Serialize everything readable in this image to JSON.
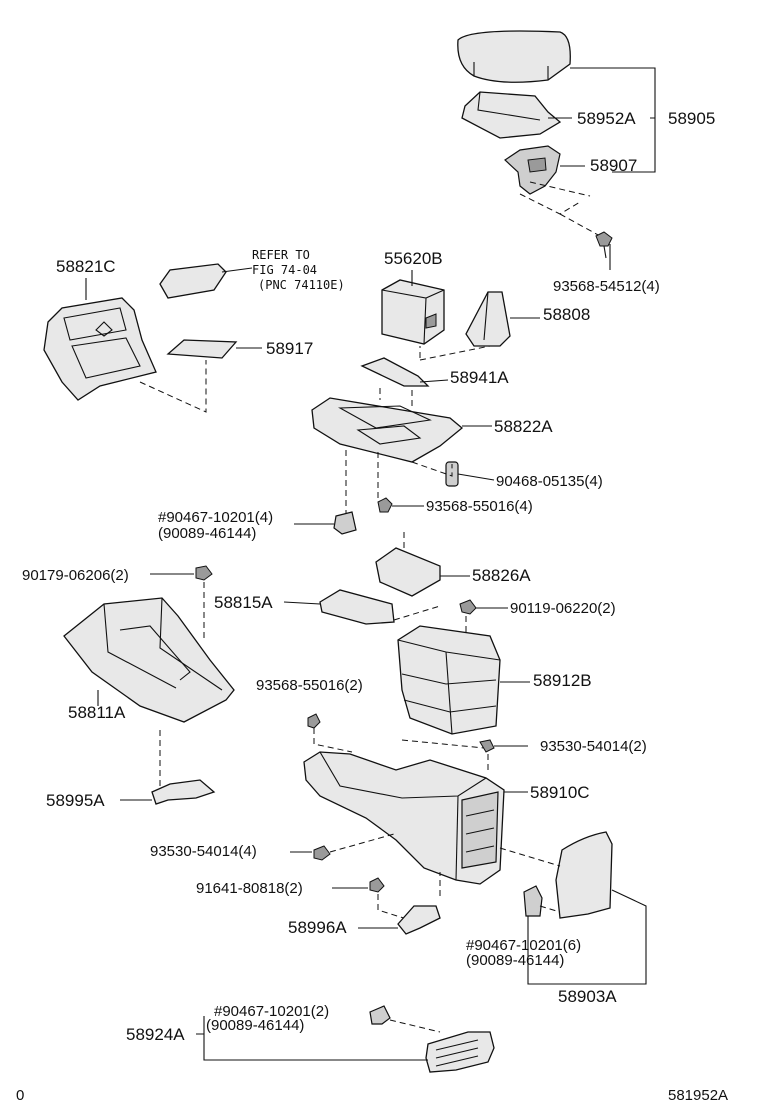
{
  "parts": {
    "p58905": "58905",
    "p58952A": "58952A",
    "p58907": "58907",
    "p93568_54512": "93568-54512(4)",
    "p58821C": "58821C",
    "refer_line1": "REFER TO",
    "refer_line2": "FIG 74-04",
    "refer_line3": "(PNC 74110E)",
    "p58917": "58917",
    "p55620B": "55620B",
    "p58808": "58808",
    "p58941A": "58941A",
    "p58822A": "58822A",
    "p90468_05135": "90468-05135(4)",
    "p90467_10201_4": "#90467-10201(4)",
    "p90089_46144_a": "(90089-46144)",
    "p93568_55016_4": "93568-55016(4)",
    "p90179_06206": "90179-06206(2)",
    "p58826A": "58826A",
    "p58815A": "58815A",
    "p90119_06220": "90119-06220(2)",
    "p58912B": "58912B",
    "p93568_55016_2": "93568-55016(2)",
    "p58811A": "58811A",
    "p93530_54014_2": "93530-54014(2)",
    "p58995A": "58995A",
    "p58910C": "58910C",
    "p93530_54014_4": "93530-54014(4)",
    "p91641_80818": "91641-80818(2)",
    "p58996A": "58996A",
    "p90467_10201_6": "#90467-10201(6)",
    "p90089_46144_b": "(90089-46144)",
    "p58903A": "58903A",
    "p90467_10201_2": "#90467-10201(2)",
    "p90089_46144_c": "(90089-46144)",
    "p58924A": "58924A"
  },
  "footer": {
    "left": "0",
    "right": "581952A"
  }
}
